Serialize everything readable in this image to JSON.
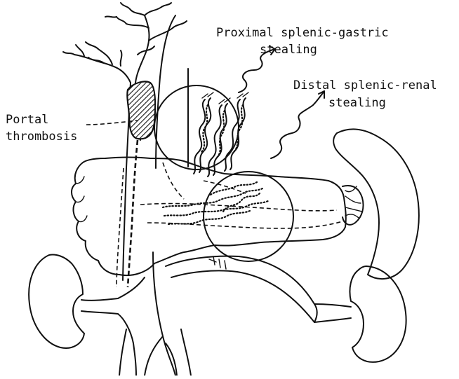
{
  "labels": {
    "proximal_line1": "Proximal splenic-gastric",
    "proximal_line2": "stealing",
    "distal_line1": "Distal splenic-renal",
    "distal_line2": "stealing",
    "portal_line1": "Portal",
    "portal_line2": "thrombosis"
  },
  "colors": {
    "ink": "#111111",
    "background": "#ffffff"
  }
}
